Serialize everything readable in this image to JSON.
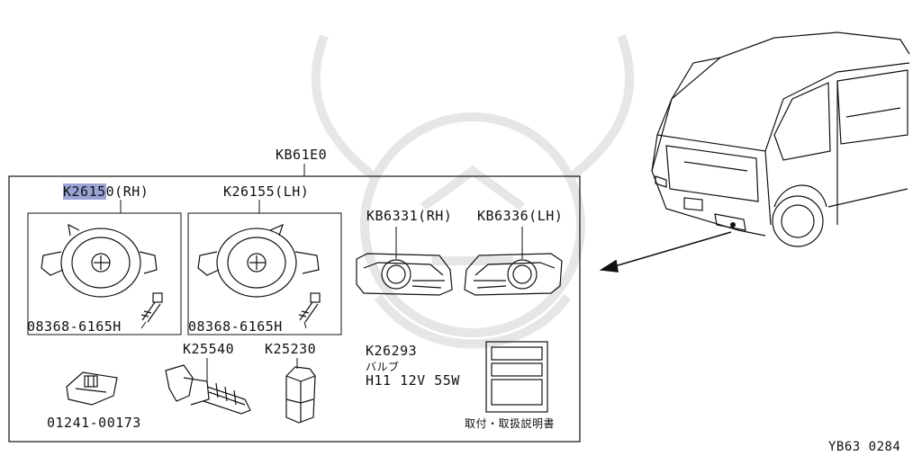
{
  "diagram": {
    "assembly_code": "KB61E0",
    "highlight_code": "K2615",
    "parts": {
      "lamp_rh_code_tail": "0(RH)",
      "lamp_lh": "K26155(LH)",
      "bolt_rh": "08368-6165H",
      "bolt_lh": "08368-6165H",
      "bezel_rh": "KB6331(RH)",
      "bezel_lh": "KB6336(LH)",
      "relay": "K25540",
      "switch": "K25230",
      "bulb_code": "K26293",
      "bulb_name": "バルブ",
      "bulb_spec": "H11 12V 55W",
      "clip": "01241-00173",
      "manual": "取付・取扱説明書"
    },
    "reference": "YB63 0284"
  }
}
